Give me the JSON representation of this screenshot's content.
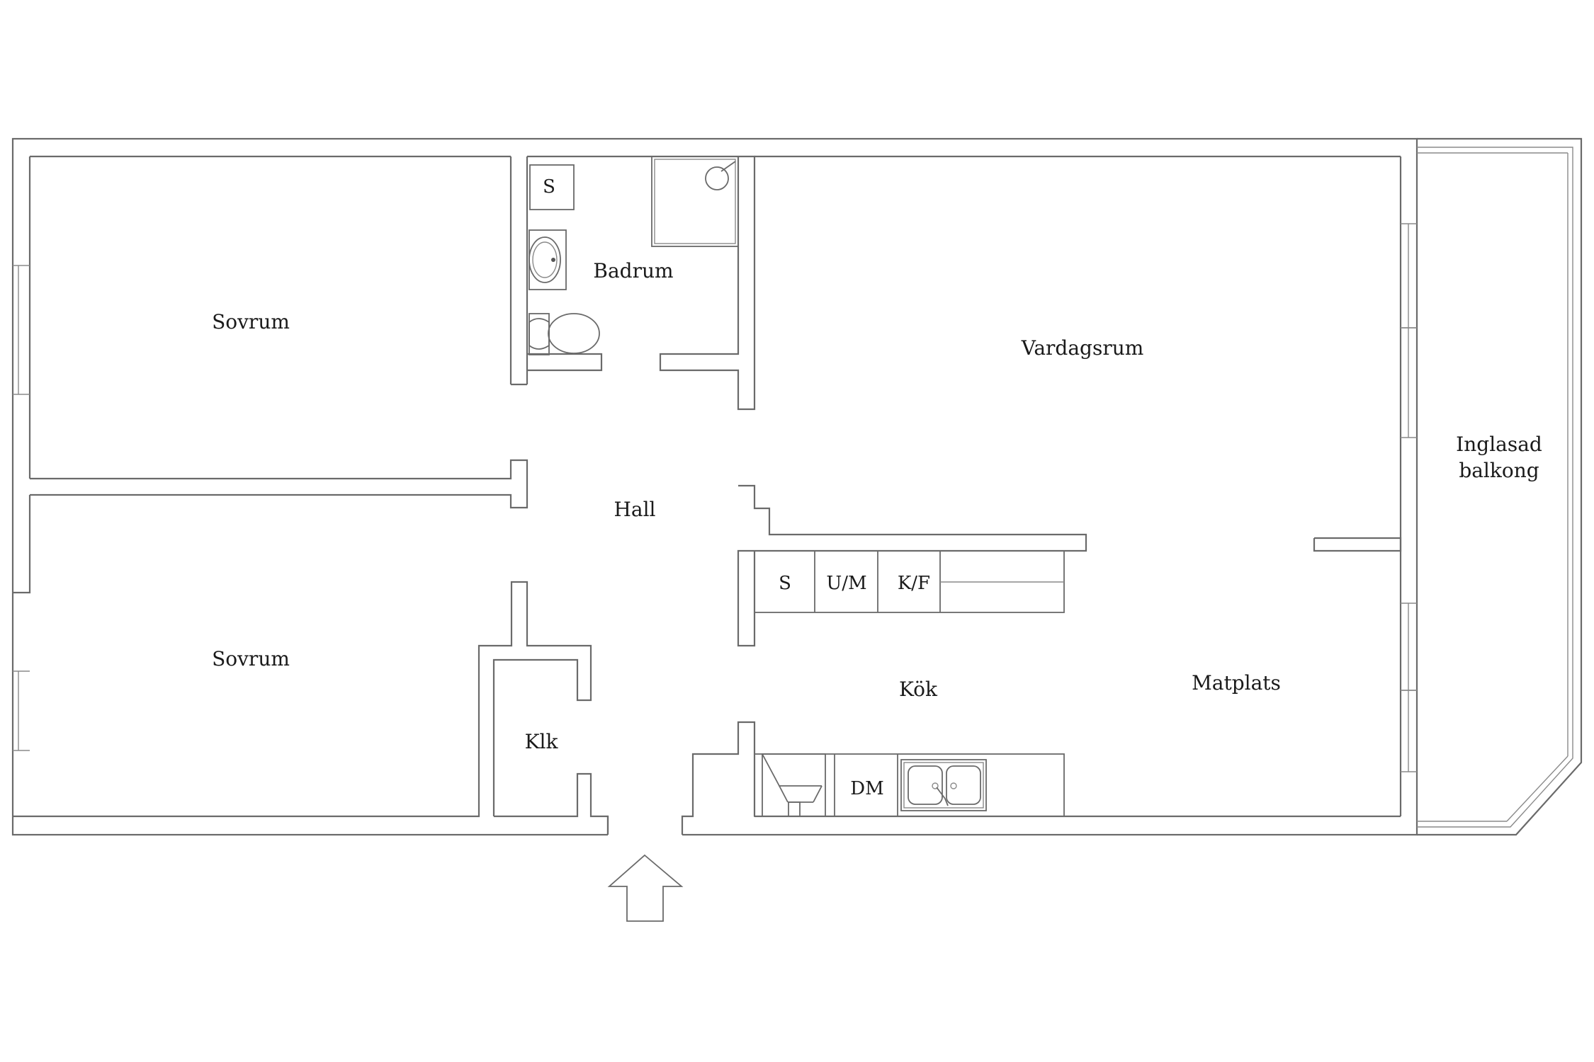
{
  "rooms": {
    "bedroom_top": "Sovrum",
    "bedroom_bottom": "Sovrum",
    "bathroom": "Badrum",
    "living_room": "Vardagsrum",
    "balcony_line1": "Inglasad",
    "balcony_line2": "balkong",
    "hall": "Hall",
    "closet": "Klk",
    "kitchen": "Kök",
    "dining": "Matplats"
  },
  "fixtures": {
    "bath_cabinet": "S",
    "kitchen_cabinet": "S",
    "oven_micro": "U/M",
    "fridge_freezer": "K/F",
    "dishwasher": "DM"
  },
  "icons": {
    "entrance": "entrance-arrow-icon"
  }
}
